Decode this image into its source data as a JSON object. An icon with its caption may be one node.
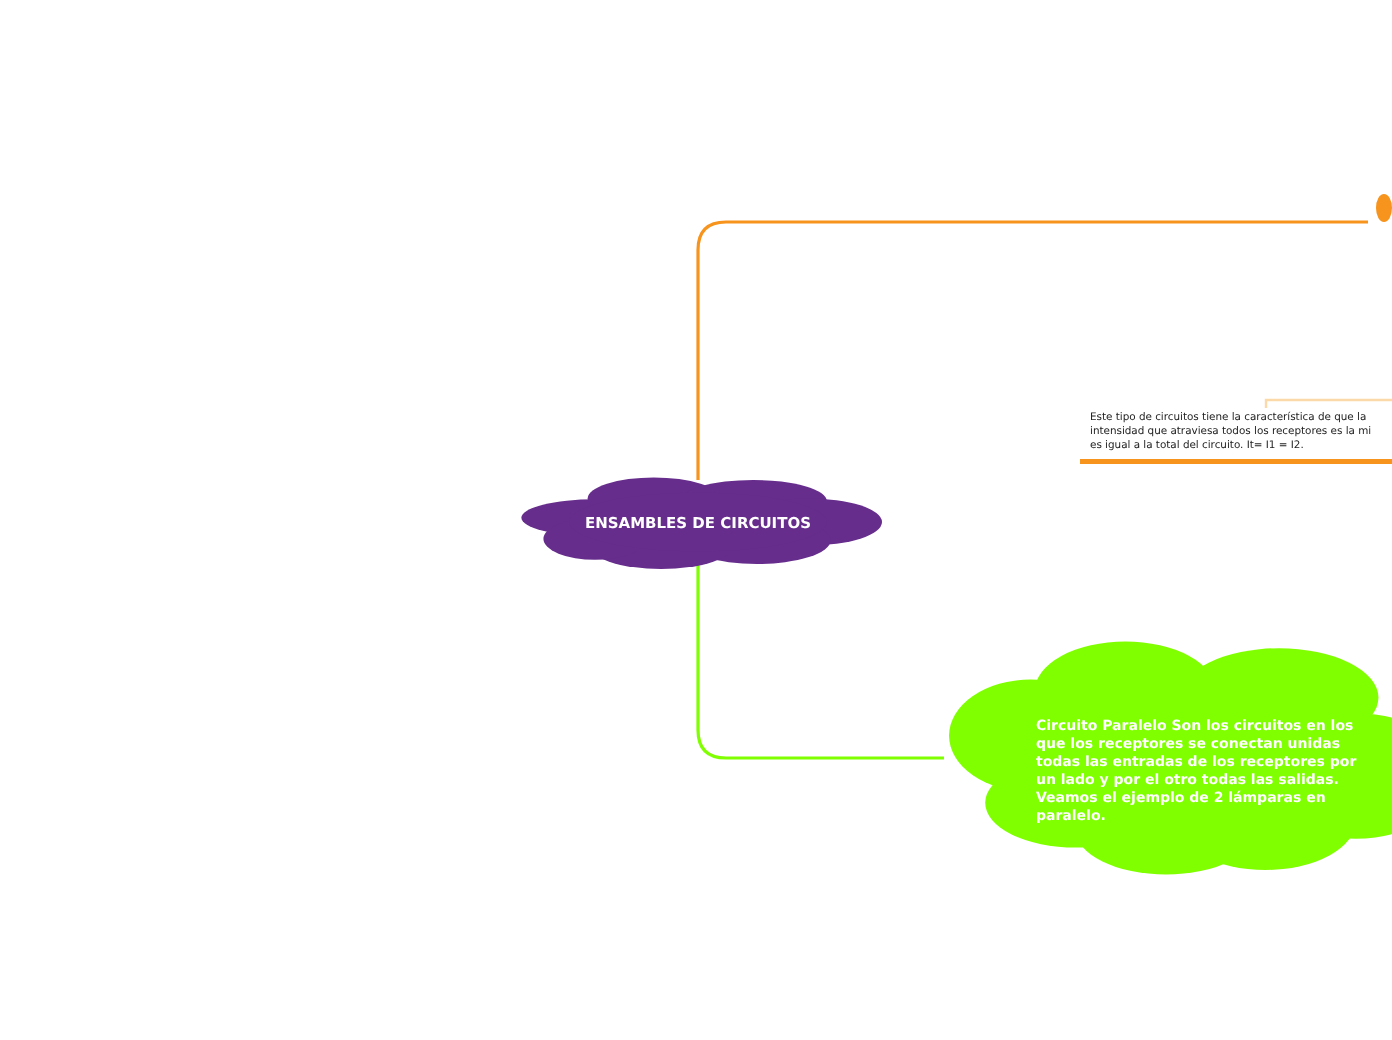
{
  "diagram": {
    "nodes": [
      {
        "text": [
          "ENSAMBLES DE CIRCUITOS"
        ]
      },
      {
        "text": [],
        "shape": "circle"
      },
      {
        "text": [
          "Este tipo de circuitos tiene la característica de que la intensidad que atraviesa todos los receptores es la mi es igual a la total del circuito. It= I1 = I2."
        ]
      },
      {
        "text": [
          "Circuito Paralelo Son los circuitos en los que los receptores se conectan unidas todas las entradas de los receptores por un lado y por el otro todas las salidas. Veamos el ejemplo de 2 lámparas en paralelo."
        ]
      }
    ],
    "edges": [
      {
        "from": 0,
        "to": 1,
        "arrow": "none",
        "color": "#f7941d"
      },
      {
        "from": null,
        "to": 2,
        "arrow": "none",
        "color": "#fcd9a8"
      },
      {
        "from": 0,
        "to": 3,
        "arrow": "none",
        "color": "#80ff00"
      }
    ]
  }
}
